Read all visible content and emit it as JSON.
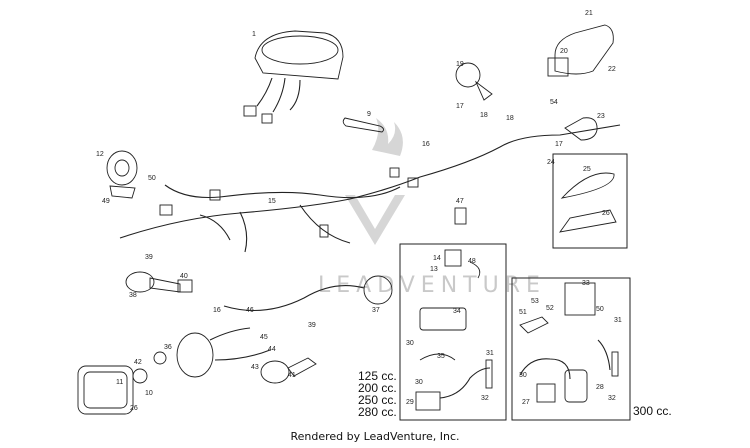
{
  "callouts": [
    {
      "id": "c1",
      "text": "1"
    },
    {
      "id": "c9",
      "text": "9"
    },
    {
      "id": "c12",
      "text": "12"
    },
    {
      "id": "c50",
      "text": "50"
    },
    {
      "id": "c49",
      "text": "49"
    },
    {
      "id": "c15",
      "text": "15"
    },
    {
      "id": "c16",
      "text": "16"
    },
    {
      "id": "c18a",
      "text": "18"
    },
    {
      "id": "c18b",
      "text": "18"
    },
    {
      "id": "c19",
      "text": "19"
    },
    {
      "id": "c17a",
      "text": "17"
    },
    {
      "id": "c17b",
      "text": "17"
    },
    {
      "id": "c54",
      "text": "54"
    },
    {
      "id": "c23",
      "text": "23"
    },
    {
      "id": "c21",
      "text": "21"
    },
    {
      "id": "c20",
      "text": "20"
    },
    {
      "id": "c22",
      "text": "22"
    },
    {
      "id": "c24",
      "text": "24"
    },
    {
      "id": "c25",
      "text": "25"
    },
    {
      "id": "c26",
      "text": "26"
    },
    {
      "id": "c47",
      "text": "47"
    },
    {
      "id": "c39a",
      "text": "39"
    },
    {
      "id": "c39b",
      "text": "39"
    },
    {
      "id": "c40",
      "text": "40"
    },
    {
      "id": "c38",
      "text": "38"
    },
    {
      "id": "c16b",
      "text": "16"
    },
    {
      "id": "c46",
      "text": "46"
    },
    {
      "id": "c37",
      "text": "37"
    },
    {
      "id": "c13",
      "text": "13"
    },
    {
      "id": "c14",
      "text": "14"
    },
    {
      "id": "c48",
      "text": "48"
    },
    {
      "id": "c34",
      "text": "34"
    },
    {
      "id": "c30a",
      "text": "30"
    },
    {
      "id": "c35",
      "text": "35"
    },
    {
      "id": "c31a",
      "text": "31"
    },
    {
      "id": "c30b",
      "text": "30"
    },
    {
      "id": "c29",
      "text": "29"
    },
    {
      "id": "c32a",
      "text": "32"
    },
    {
      "id": "c33",
      "text": "33"
    },
    {
      "id": "c53",
      "text": "53"
    },
    {
      "id": "c52",
      "text": "52"
    },
    {
      "id": "c51",
      "text": "51"
    },
    {
      "id": "c50b",
      "text": "50"
    },
    {
      "id": "c31b",
      "text": "31"
    },
    {
      "id": "c30c",
      "text": "30"
    },
    {
      "id": "c28",
      "text": "28"
    },
    {
      "id": "c27",
      "text": "27"
    },
    {
      "id": "c32b",
      "text": "32"
    },
    {
      "id": "c42",
      "text": "42"
    },
    {
      "id": "c36",
      "text": "36"
    },
    {
      "id": "c41",
      "text": "41"
    },
    {
      "id": "c45",
      "text": "45"
    },
    {
      "id": "c44",
      "text": "44"
    },
    {
      "id": "c43",
      "text": "43"
    },
    {
      "id": "c11",
      "text": "11"
    },
    {
      "id": "c26b",
      "text": "26"
    },
    {
      "id": "c10",
      "text": "10"
    }
  ],
  "engine_labels": {
    "small_box": [
      "125 cc.",
      "200 cc.",
      "250 cc.",
      "280 cc."
    ],
    "large_box": "300 cc."
  },
  "watermark": "LEADVENTURE",
  "credit": "Rendered by LeadVenture, Inc."
}
